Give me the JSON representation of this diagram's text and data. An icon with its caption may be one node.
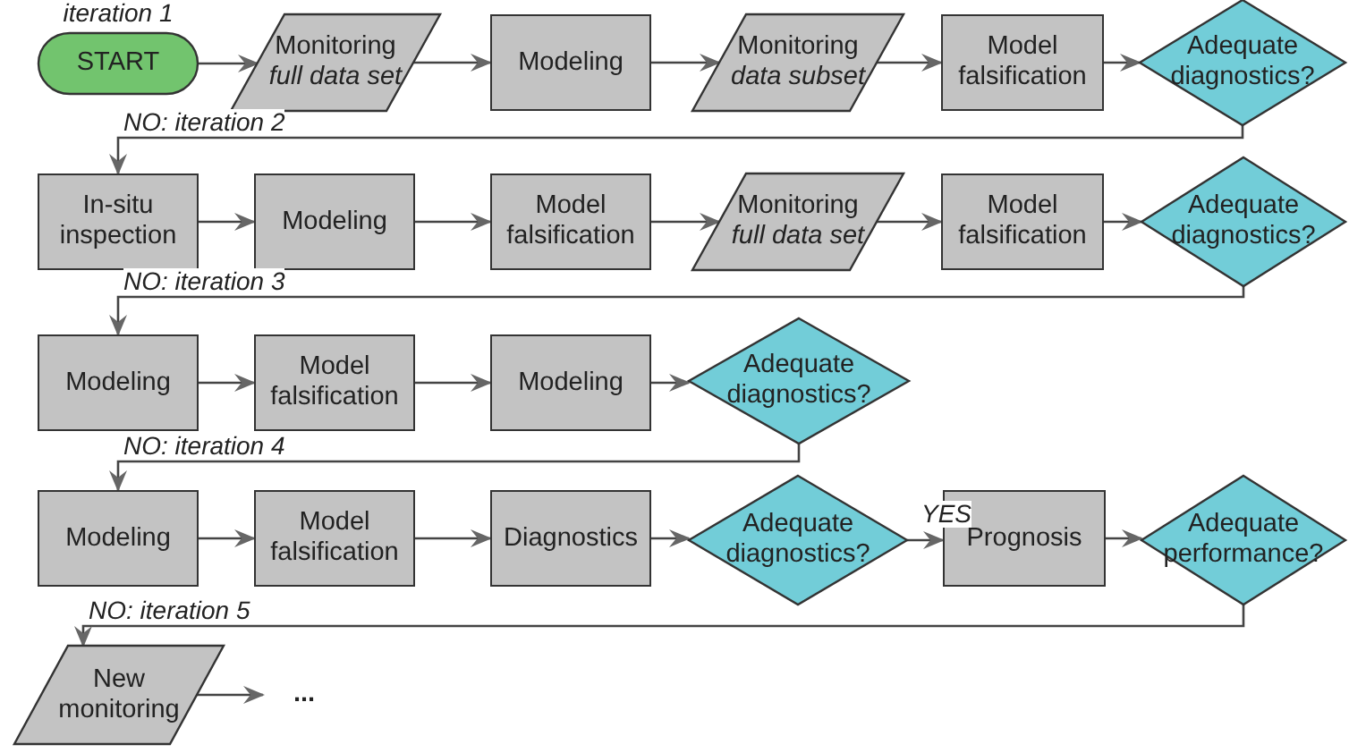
{
  "diagram": {
    "nodes": [
      {
        "text": [
          "START"
        ],
        "beside": [
          "iteration 1"
        ]
      },
      {
        "text": [
          "Monitoring",
          "full data set"
        ]
      },
      {
        "text": [
          "Modeling"
        ]
      },
      {
        "text": [
          "Monitoring",
          "data subset"
        ]
      },
      {
        "text": [
          "Model falsification"
        ]
      },
      {
        "text": [
          "Adequate diagnostics?"
        ]
      },
      {
        "text": [
          "In-situ inspection"
        ]
      },
      {
        "text": [
          "Modeling"
        ]
      },
      {
        "text": [
          "Model falsification"
        ]
      },
      {
        "text": [
          "Monitoring",
          "full data set"
        ]
      },
      {
        "text": [
          "Model falsification"
        ]
      },
      {
        "text": [
          "Adequate diagnostics?"
        ]
      },
      {
        "text": [
          "Modeling"
        ]
      },
      {
        "text": [
          "Model falsification"
        ]
      },
      {
        "text": [
          "Modeling"
        ]
      },
      {
        "text": [
          "Adequate diagnostics?"
        ]
      },
      {
        "text": [
          "Modeling"
        ]
      },
      {
        "text": [
          "Model falsification"
        ]
      },
      {
        "text": [
          "Diagnostics"
        ]
      },
      {
        "text": [
          "Adequate diagnostics?"
        ]
      },
      {
        "text": [
          "Prognosis"
        ]
      },
      {
        "text": [
          "Adequate performance?"
        ]
      },
      {
        "text": [
          "New monitoring"
        ]
      },
      {
        "text": [
          "..."
        ]
      }
    ],
    "edges": [
      {
        "from": 0,
        "to": 1,
        "arrow": "to"
      },
      {
        "from": 1,
        "to": 2,
        "arrow": "to"
      },
      {
        "from": 2,
        "to": 3,
        "arrow": "to"
      },
      {
        "from": 3,
        "to": 4,
        "arrow": "to"
      },
      {
        "from": 4,
        "to": 5,
        "arrow": "to"
      },
      {
        "from": 5,
        "to": 6,
        "arrow": "to",
        "label": "NO: iteration 2"
      },
      {
        "from": 6,
        "to": 7,
        "arrow": "to"
      },
      {
        "from": 7,
        "to": 8,
        "arrow": "to"
      },
      {
        "from": 8,
        "to": 9,
        "arrow": "to"
      },
      {
        "from": 9,
        "to": 10,
        "arrow": "to"
      },
      {
        "from": 10,
        "to": 11,
        "arrow": "to"
      },
      {
        "from": 11,
        "to": 12,
        "arrow": "to",
        "label": "NO: iteration 3"
      },
      {
        "from": 12,
        "to": 13,
        "arrow": "to"
      },
      {
        "from": 13,
        "to": 14,
        "arrow": "to"
      },
      {
        "from": 14,
        "to": 15,
        "arrow": "to"
      },
      {
        "from": 15,
        "to": 16,
        "arrow": "to",
        "label": "NO: iteration 4"
      },
      {
        "from": 16,
        "to": 17,
        "arrow": "to"
      },
      {
        "from": 17,
        "to": 18,
        "arrow": "to"
      },
      {
        "from": 18,
        "to": 19,
        "arrow": "to"
      },
      {
        "from": 19,
        "to": 20,
        "arrow": "to",
        "label": "YES"
      },
      {
        "from": 20,
        "to": 21,
        "arrow": "to"
      },
      {
        "from": 21,
        "to": 22,
        "arrow": "to",
        "label": "NO: iteration 5"
      },
      {
        "from": 22,
        "to": 23,
        "arrow": "to"
      }
    ]
  }
}
